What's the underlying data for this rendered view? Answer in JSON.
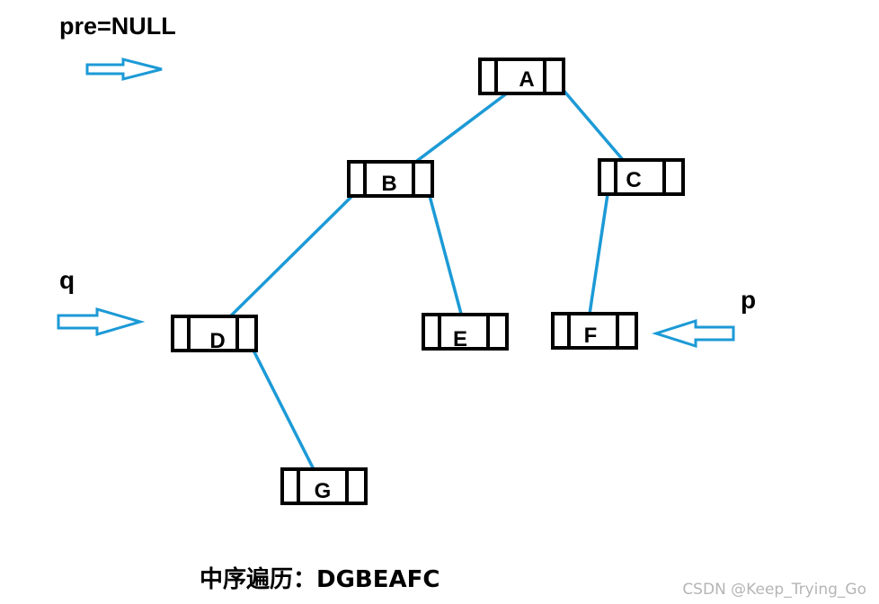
{
  "labels": {
    "pre": "pre=NULL",
    "q": "q",
    "p": "p",
    "caption": "中序遍历：DGBEAFC"
  },
  "watermark": "CSDN @Keep_Trying_Go",
  "colors": {
    "edge": "#1c9ad6",
    "arrow": "#1c9ad6",
    "node_border": "#000000"
  },
  "tree": {
    "nodes": [
      {
        "id": "A",
        "label": "A"
      },
      {
        "id": "B",
        "label": "B"
      },
      {
        "id": "C",
        "label": "C"
      },
      {
        "id": "D",
        "label": "D"
      },
      {
        "id": "E",
        "label": "E"
      },
      {
        "id": "F",
        "label": "F"
      },
      {
        "id": "G",
        "label": "G"
      }
    ],
    "edges": [
      {
        "from": "A",
        "to": "B"
      },
      {
        "from": "A",
        "to": "C"
      },
      {
        "from": "B",
        "to": "D"
      },
      {
        "from": "B",
        "to": "E"
      },
      {
        "from": "C",
        "to": "F"
      },
      {
        "from": "D",
        "to": "G"
      }
    ]
  },
  "pointers": [
    {
      "name": "pre",
      "icon": "right-arrow-icon"
    },
    {
      "name": "q",
      "icon": "right-arrow-icon",
      "target": "D"
    },
    {
      "name": "p",
      "icon": "left-arrow-icon",
      "target": "F"
    }
  ]
}
